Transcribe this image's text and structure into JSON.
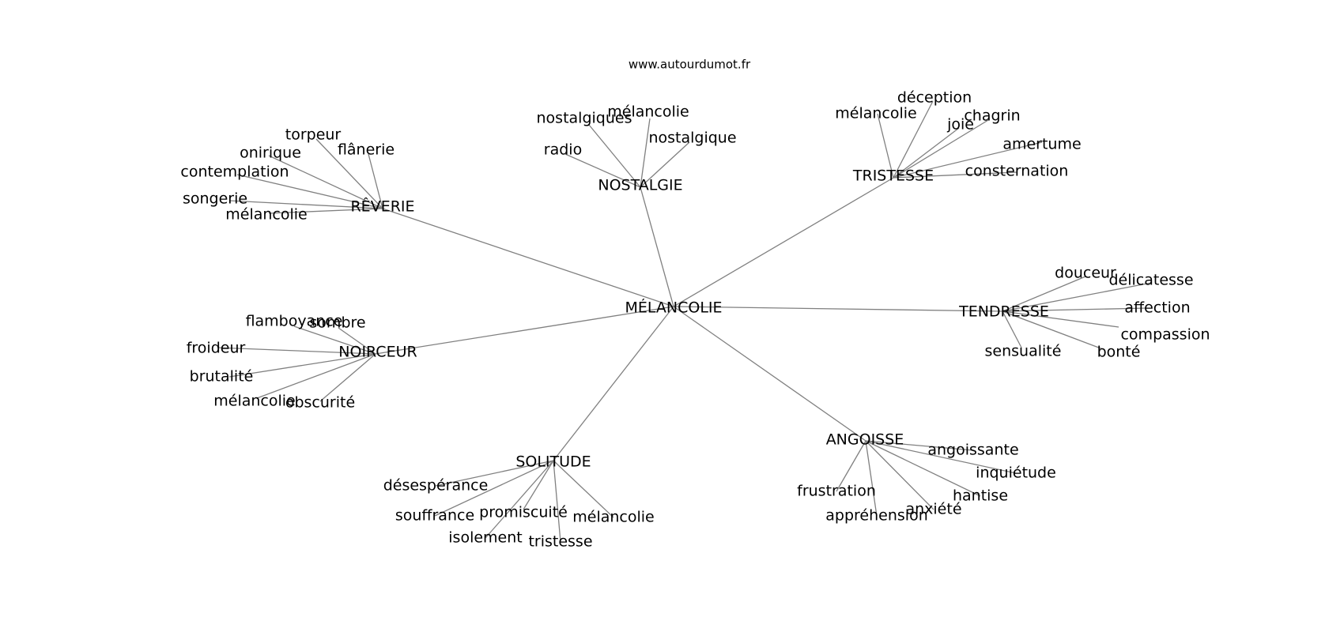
{
  "source": "www.autourdumot.fr",
  "center": "MÉLANCOLIE",
  "clusters": [
    {
      "label": "RÊVERIE",
      "words": [
        "torpeur",
        "flânerie",
        "onirique",
        "contemplation",
        "songerie",
        "mélancolie"
      ]
    },
    {
      "label": "NOSTALGIE",
      "words": [
        "nostalgiques",
        "mélancolie",
        "nostalgique",
        "radio"
      ]
    },
    {
      "label": "TRISTESSE",
      "words": [
        "déception",
        "mélancolie",
        "joie",
        "chagrin",
        "amertume",
        "consternation"
      ]
    },
    {
      "label": "TENDRESSE",
      "words": [
        "douceur",
        "délicatesse",
        "affection",
        "compassion",
        "bonté",
        "sensualité"
      ]
    },
    {
      "label": "NOIRCEUR",
      "words": [
        "flamboyance",
        "sombre",
        "froideur",
        "brutalité",
        "mélancolie",
        "obscurité"
      ]
    },
    {
      "label": "SOLITUDE",
      "words": [
        "désespérance",
        "souffrance",
        "promiscuité",
        "isolement",
        "tristesse",
        "mélancolie"
      ]
    },
    {
      "label": "ANGOISSE",
      "words": [
        "angoissante",
        "inquiétude",
        "hantise",
        "anxiété",
        "appréhension",
        "frustration"
      ]
    }
  ],
  "colors": {
    "edge": "#808080",
    "text": "#000000",
    "background": "#ffffff"
  }
}
